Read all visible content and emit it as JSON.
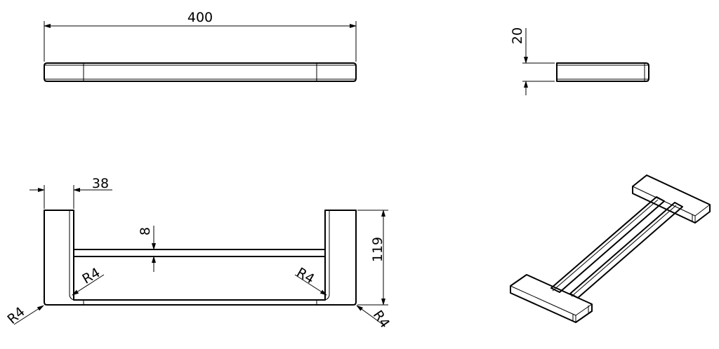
{
  "dimensions": {
    "length": "400",
    "thickness": "20",
    "end_width": "38",
    "bar_height": "8",
    "overall_height": "119",
    "radius_inner_left": "R4",
    "radius_inner_right": "R4",
    "radius_outer_left": "R4",
    "radius_outer_right": "R4"
  }
}
